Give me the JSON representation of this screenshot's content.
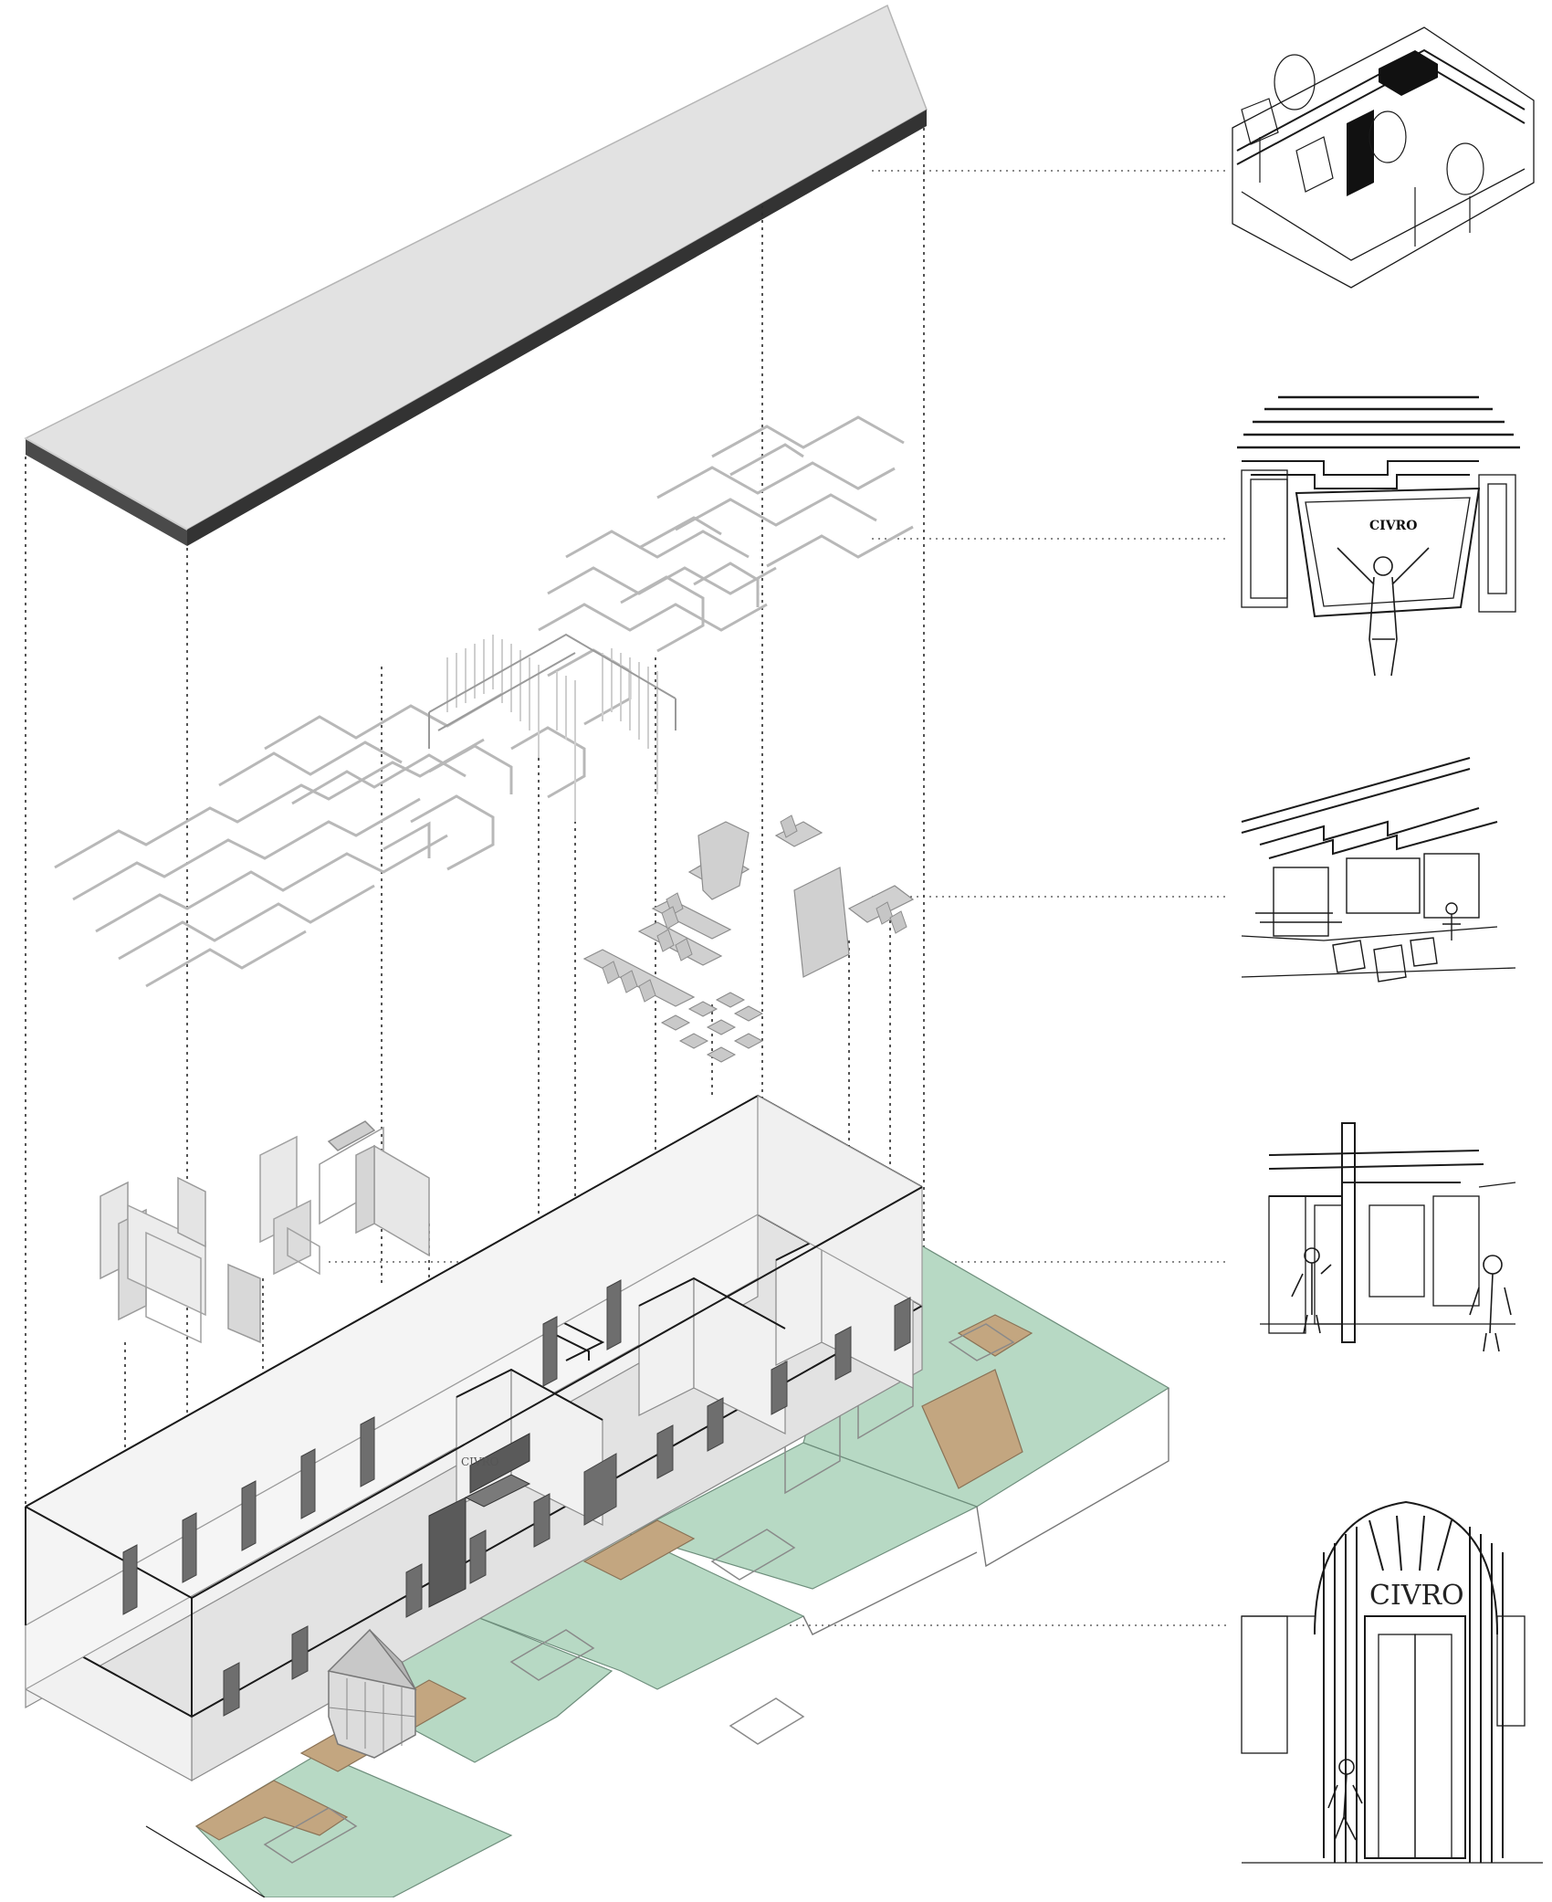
{
  "diagram": {
    "type": "exploded-isometric-architectural-axonometric",
    "layers": [
      {
        "id": "roof-slab",
        "color": "#e1e1e1",
        "edge_color": "#3a3a3a"
      },
      {
        "id": "ceiling-light-strips",
        "color": "#c4c4c4"
      },
      {
        "id": "furniture",
        "color": "#cfcfcf"
      },
      {
        "id": "partitions-and-frames",
        "color": "#d8d8d8"
      },
      {
        "id": "ground-floor-plan",
        "floor_green": "#b7d9c4",
        "floor_wood": "#c3a680"
      }
    ],
    "floor_sign_text": "CIVRO",
    "vignettes": [
      {
        "id": "vignette-exhibition",
        "sign_text": ""
      },
      {
        "id": "vignette-greeting",
        "sign_text": "CIVRO"
      },
      {
        "id": "vignette-workshop",
        "sign_text": ""
      },
      {
        "id": "vignette-corridor",
        "sign_text": ""
      },
      {
        "id": "vignette-entrance",
        "sign_text": "CIVRO"
      }
    ],
    "leader_style": "dotted"
  }
}
